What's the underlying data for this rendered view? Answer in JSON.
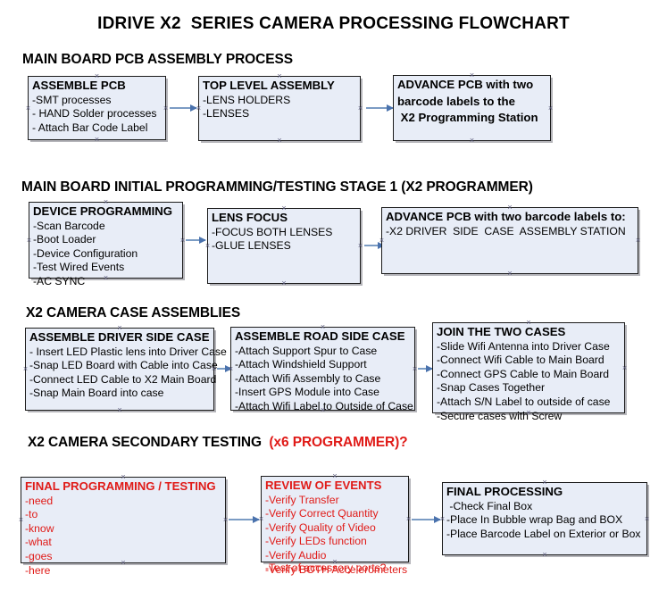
{
  "document": {
    "title": "IDRIVE X2  SERIES CAMERA PROCESSING FLOWCHART"
  },
  "sections": [
    {
      "id": "main-board-pcb-assembly",
      "heading": "MAIN BOARD PCB ASSEMBLY PROCESS",
      "heading_accent": "",
      "nodes": [
        {
          "id": "assemble-pcb",
          "title": "ASSEMBLE PCB",
          "lines": [
            "-SMT processes",
            "- HAND Solder processes",
            "- Attach Bar Code Label"
          ],
          "color": "black"
        },
        {
          "id": "top-level-assembly",
          "title": "TOP LEVEL ASSEMBLY",
          "lines": [
            "-LENS HOLDERS",
            "-LENSES"
          ],
          "color": "black"
        },
        {
          "id": "advance-pcb-programming-station",
          "title": "ADVANCE PCB with two",
          "lines": [
            "barcode labels to the",
            " X2 Programming Station"
          ],
          "color": "black"
        }
      ]
    },
    {
      "id": "main-board-initial-programming",
      "heading": "MAIN BOARD INITIAL PROGRAMMING/TESTING STAGE 1 (X2 PROGRAMMER)",
      "heading_accent": "",
      "nodes": [
        {
          "id": "device-programming",
          "title": "DEVICE PROGRAMMING",
          "lines": [
            "-Scan Barcode",
            "-Boot Loader",
            "-Device Configuration",
            "-Test Wired Events",
            "-AC SYNC"
          ],
          "color": "black"
        },
        {
          "id": "lens-focus",
          "title": "LENS FOCUS",
          "lines": [
            "-FOCUS BOTH LENSES",
            "-GLUE LENSES"
          ],
          "color": "black"
        },
        {
          "id": "advance-pcb-driver-side-case",
          "title": "ADVANCE PCB with two barcode labels to:",
          "lines": [
            "-X2 DRIVER  SIDE  CASE  ASSEMBLY STATION"
          ],
          "color": "black"
        }
      ]
    },
    {
      "id": "x2-camera-case-assemblies",
      "heading": "X2 CAMERA CASE ASSEMBLIES",
      "heading_accent": "",
      "nodes": [
        {
          "id": "assemble-driver-side-case",
          "title": "ASSEMBLE DRIVER SIDE CASE",
          "lines": [
            "- Insert LED Plastic lens into Driver Case",
            "-Snap LED Board with Cable into Case",
            "-Connect LED Cable to X2 Main Board",
            "-Snap Main Board into case"
          ],
          "color": "black"
        },
        {
          "id": "assemble-road-side-case",
          "title": "ASSEMBLE ROAD SIDE CASE",
          "lines": [
            "-Attach Support Spur to Case",
            "-Attach Windshield Support",
            "-Attach Wifi Assembly to Case",
            "-Insert GPS Module into Case",
            "-Attach Wifi Label to Outside of Case"
          ],
          "color": "black"
        },
        {
          "id": "join-the-two-cases",
          "title": "JOIN THE TWO CASES",
          "lines": [
            "-Slide Wifi Antenna into Driver Case",
            "-Connect Wifi Cable to Main Board",
            "-Connect GPS Cable to Main Board",
            "-Snap Cases Together",
            "-Attach S/N Label to outside of case",
            "-Secure cases with Screw"
          ],
          "color": "black"
        }
      ]
    },
    {
      "id": "x2-camera-secondary-testing",
      "heading": "X2 CAMERA SECONDARY TESTING ",
      "heading_accent": " (x6 PROGRAMMER)?",
      "nodes": [
        {
          "id": "final-programming-testing",
          "title": "FINAL PROGRAMMING / TESTING",
          "lines": [
            "-need",
            "-to",
            "-know",
            "-what",
            "-goes",
            "-here"
          ],
          "color": "red"
        },
        {
          "id": "review-of-events",
          "title": "REVIEW OF EVENTS",
          "lines": [
            "-Verify Transfer",
            "-Verify Correct Quantity",
            "-Verify Quality of Video",
            "-Verify LEDs function",
            "-Verify Audio",
            "-Verify BOTH Accelerometers"
          ],
          "overflow_line": "-Test of accessory ports?",
          "color": "red"
        },
        {
          "id": "final-processing",
          "title": "FINAL PROCESSING",
          "lines": [
            " -Check Final Box",
            "-Place In Bubble wrap Bag and BOX",
            "-Place Barcode Label on Exterior or Box"
          ],
          "color": "black"
        }
      ]
    }
  ],
  "colors": {
    "node_fill": "#e8edf7",
    "node_border": "#1b1b1b",
    "connector": "#7b9cc4",
    "arrow_head": "#4a72ad",
    "accent_red": "#e01b18",
    "text": "#000000"
  }
}
